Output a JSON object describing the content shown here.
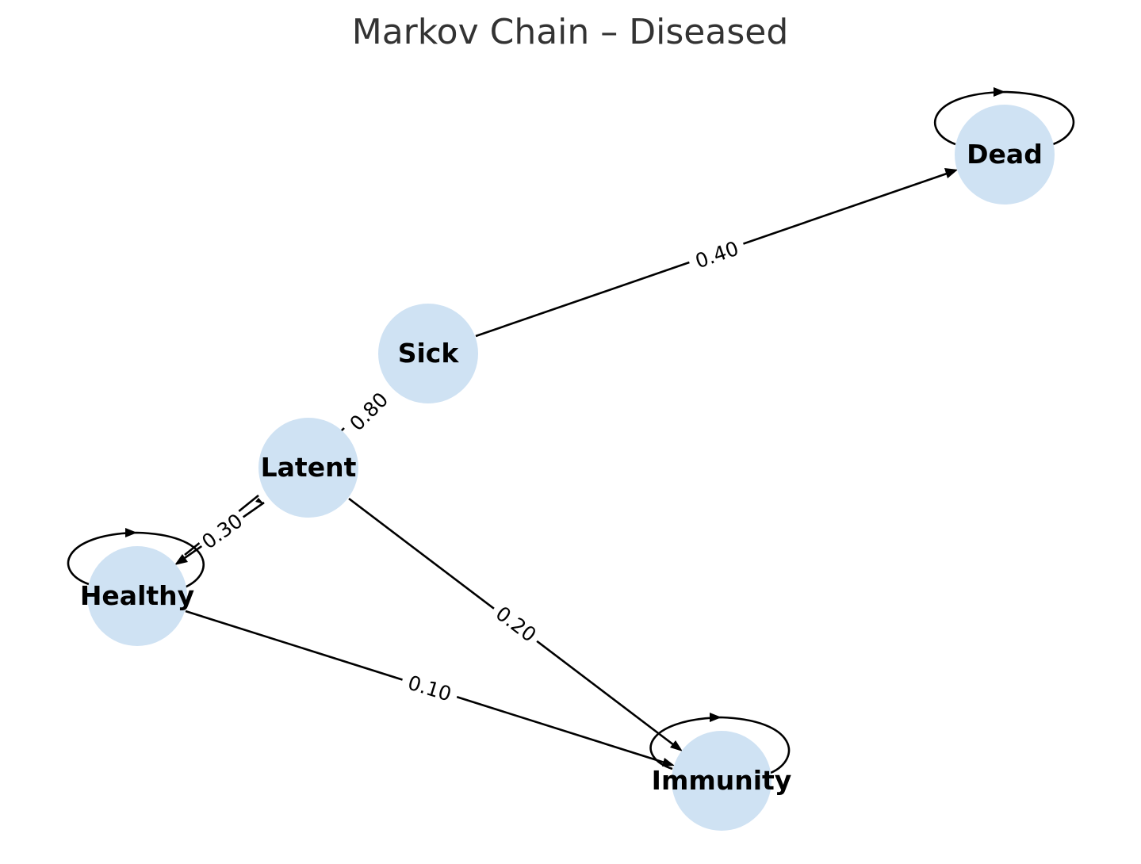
{
  "title": "Markov Chain – Diseased",
  "colors": {
    "node_fill": "#cfe2f3",
    "edge": "#000000",
    "title_text": "#333333"
  },
  "nodes": [
    {
      "id": "dead",
      "label": "Dead"
    },
    {
      "id": "sick",
      "label": "Sick"
    },
    {
      "id": "latent",
      "label": "Latent"
    },
    {
      "id": "healthy",
      "label": "Healthy"
    },
    {
      "id": "immunity",
      "label": "Immunity"
    }
  ],
  "edges": [
    {
      "id": "sick-dead",
      "from": "Sick",
      "to": "Dead",
      "label": "0.40"
    },
    {
      "id": "latent-sick",
      "from": "Latent",
      "to": "Sick",
      "label": "0.80"
    },
    {
      "id": "latent-healthy",
      "from": "Latent",
      "to": "Healthy",
      "label": "0.30"
    },
    {
      "id": "latent-immunity",
      "from": "Latent",
      "to": "Immunity",
      "label": "0.20"
    },
    {
      "id": "healthy-immunity",
      "from": "Healthy",
      "to": "Immunity",
      "label": "0.10"
    },
    {
      "id": "dead-dead",
      "from": "Dead",
      "to": "Dead",
      "label": ""
    },
    {
      "id": "healthy-healthy",
      "from": "Healthy",
      "to": "Healthy",
      "label": ""
    },
    {
      "id": "immunity-immunity",
      "from": "Immunity",
      "to": "Immunity",
      "label": ""
    }
  ]
}
